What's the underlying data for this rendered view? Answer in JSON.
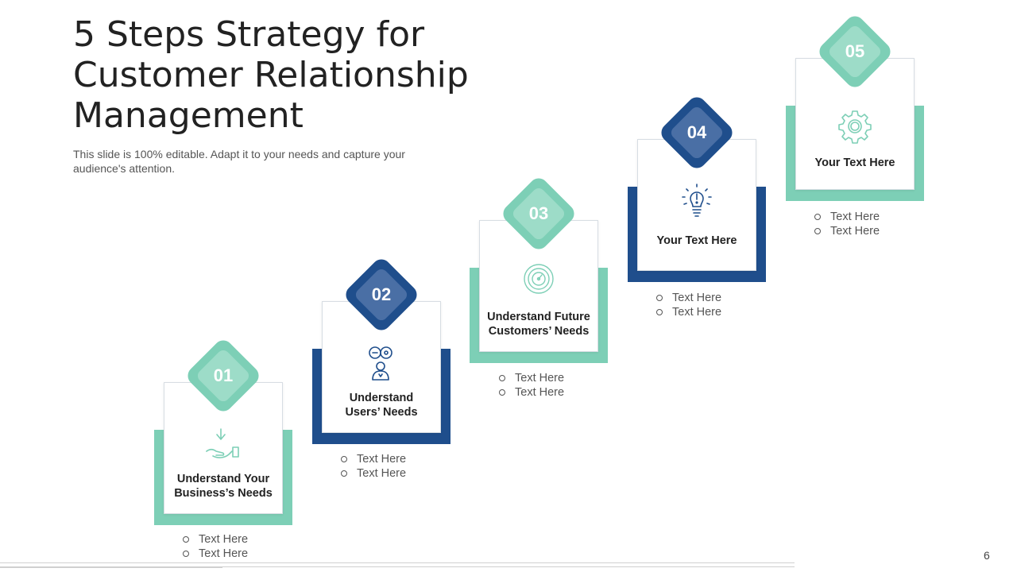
{
  "slide": {
    "title": "5 Steps Strategy for Customer Relationship Management",
    "subtitle": "This slide is 100% editable. Adapt it to your needs and capture your audience's attention.",
    "page_number": "6"
  },
  "colors": {
    "teal": "#7dcfb6",
    "teal_light": "#9ddcc8",
    "navy": "#1f4e8c",
    "navy_light": "#4a6fa5"
  },
  "steps": [
    {
      "number": "01",
      "label_line1": "Understand Your",
      "label_line2": "Business’s Needs",
      "icon": "hand-receive-arrow-icon",
      "bullets": [
        "Text Here",
        "Text Here"
      ]
    },
    {
      "number": "02",
      "label_line1": "Understand",
      "label_line2": "Users’ Needs",
      "icon": "user-thinking-icon",
      "bullets": [
        "Text Here",
        "Text Here"
      ]
    },
    {
      "number": "03",
      "label_line1": "Understand Future",
      "label_line2": "Customers’ Needs",
      "icon": "target-dial-icon",
      "bullets": [
        "Text Here",
        "Text Here"
      ]
    },
    {
      "number": "04",
      "label_line1": "Your Text Here",
      "icon": "light-bulb-icon",
      "bullets": [
        "Text Here",
        "Text Here"
      ]
    },
    {
      "number": "05",
      "label_line1": "Your Text Here",
      "icon": "gear-icon",
      "bullets": [
        "Text Here",
        "Text Here"
      ]
    }
  ]
}
